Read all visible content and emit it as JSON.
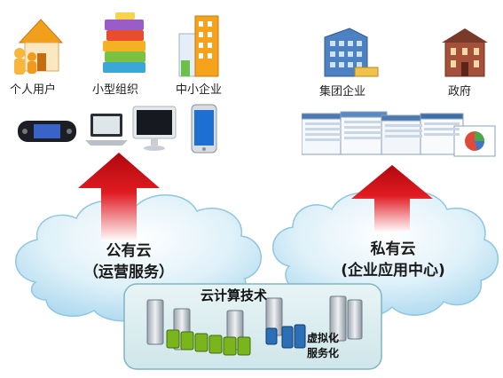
{
  "public_side": {
    "users": [
      {
        "label": "个人用户",
        "icon": "house-with-people-icon"
      },
      {
        "label": "小型组织",
        "icon": "stacked-books-icon"
      },
      {
        "label": "中小企业",
        "icon": "office-buildings-icon"
      }
    ],
    "devices": [
      "game-console-icon",
      "laptop-icon",
      "monitor-icon",
      "smartphone-icon"
    ],
    "cloud_line1": "公有云",
    "cloud_line2": "（运营服务）"
  },
  "private_side": {
    "users": [
      {
        "label": "集团企业",
        "icon": "corporate-building-icon"
      },
      {
        "label": "政府",
        "icon": "government-building-icon"
      }
    ],
    "apps": "application-screenshots-icon",
    "cloud_line1": "私有云",
    "cloud_line2": "(企业应用中心)"
  },
  "tech": {
    "title": "云计算技术",
    "sub1": "虚拟化",
    "sub2": "服务化"
  },
  "colors": {
    "arrow": "#d9161c",
    "cloud": "#bfe3f3",
    "tech_box": "#d7ecef"
  }
}
